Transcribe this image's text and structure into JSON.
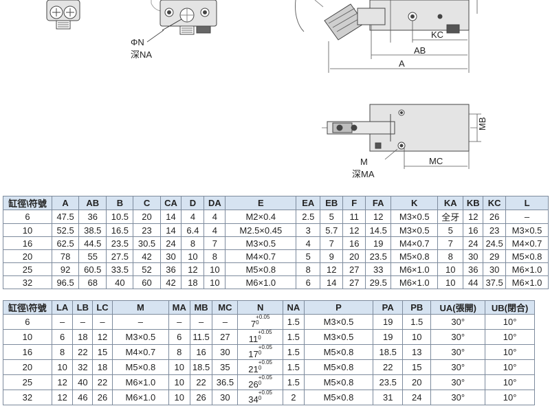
{
  "drawing": {
    "labels": {
      "phi_n": "ΦN",
      "depth_na": "深NA",
      "kc": "KC",
      "ab": "AB",
      "a": "A",
      "mb": "MB",
      "m": "M",
      "depth_ma": "深MA",
      "mc": "MC"
    }
  },
  "table1": {
    "headers": [
      "缸徑\\符號",
      "A",
      "AB",
      "B",
      "C",
      "CA",
      "D",
      "DA",
      "E",
      "EA",
      "EB",
      "F",
      "FA",
      "K",
      "KA",
      "KB",
      "KC",
      "L"
    ],
    "rows": [
      [
        "6",
        "47.5",
        "36",
        "10.5",
        "20",
        "14",
        "4",
        "4",
        "M2×0.4",
        "2.5",
        "5",
        "11",
        "12",
        "M3×0.5",
        "全牙",
        "12",
        "26",
        "–"
      ],
      [
        "10",
        "52.5",
        "38.5",
        "16.5",
        "23",
        "14",
        "6.4",
        "4",
        "M2.5×0.45",
        "3",
        "5.7",
        "12",
        "14.5",
        "M3×0.5",
        "5",
        "16",
        "23",
        "M3×0.5"
      ],
      [
        "16",
        "62.5",
        "44.5",
        "23.5",
        "30.5",
        "24",
        "8",
        "7",
        "M3×0.5",
        "4",
        "7",
        "16",
        "19",
        "M4×0.7",
        "7",
        "24",
        "24.5",
        "M4×0.7"
      ],
      [
        "20",
        "78",
        "55",
        "27.5",
        "42",
        "30",
        "10",
        "8",
        "M4×0.7",
        "5",
        "9",
        "20",
        "23.5",
        "M5×0.8",
        "8",
        "30",
        "29",
        "M5×0.8"
      ],
      [
        "25",
        "92",
        "60.5",
        "33.5",
        "52",
        "36",
        "12",
        "10",
        "M5×0.8",
        "8",
        "12",
        "27",
        "33",
        "M6×1.0",
        "10",
        "36",
        "30",
        "M6×1.0"
      ],
      [
        "32",
        "96.5",
        "68",
        "40",
        "60",
        "42",
        "18",
        "10",
        "M6×1.0",
        "6",
        "14",
        "27",
        "29.5",
        "M6×1.0",
        "10",
        "44",
        "37.5",
        "M6×1.0"
      ]
    ]
  },
  "table2": {
    "headers": [
      "缸徑\\符號",
      "LA",
      "LB",
      "LC",
      "M",
      "MA",
      "MB",
      "MC",
      "N",
      "NA",
      "P",
      "PA",
      "PB",
      "UA(張開)",
      "UB(閉合)"
    ],
    "tolerance_upper": "+0.05",
    "tolerance_lower": "0",
    "rows": [
      [
        "6",
        "–",
        "–",
        "–",
        "–",
        "–",
        "–",
        "–",
        "7",
        "1.5",
        "M3×0.5",
        "19",
        "1.5",
        "30°",
        "10°"
      ],
      [
        "10",
        "6",
        "18",
        "12",
        "M3×0.5",
        "6",
        "11.5",
        "27",
        "11",
        "1.5",
        "M3×0.5",
        "19",
        "10",
        "30°",
        "10°"
      ],
      [
        "16",
        "8",
        "22",
        "15",
        "M4×0.7",
        "8",
        "16",
        "30",
        "17",
        "1.5",
        "M5×0.8",
        "18.5",
        "13",
        "30°",
        "10°"
      ],
      [
        "20",
        "10",
        "32",
        "18",
        "M5×0.8",
        "10",
        "18.5",
        "35",
        "21",
        "1.5",
        "M5×0.8",
        "22",
        "15",
        "30°",
        "10°"
      ],
      [
        "25",
        "12",
        "40",
        "22",
        "M6×1.0",
        "10",
        "22",
        "36.5",
        "26",
        "1.5",
        "M5×0.8",
        "23.5",
        "20",
        "30°",
        "10°"
      ],
      [
        "32",
        "12",
        "46",
        "26",
        "M6×1.0",
        "10",
        "26",
        "30",
        "34",
        "2",
        "M5×0.8",
        "31",
        "24",
        "30°",
        "10°"
      ]
    ]
  },
  "colors": {
    "header_bg": "#d6e3f1",
    "border": "#7c8a9c",
    "part_fill": "#e4e4e4"
  }
}
